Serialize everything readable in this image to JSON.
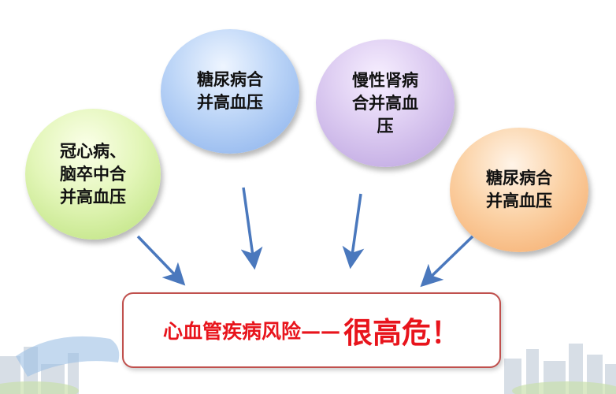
{
  "bubbles": [
    {
      "id": "b1",
      "text": "冠心病、\n脑卒中合\n并高血压"
    },
    {
      "id": "b2",
      "text": "糖尿病合\n并高血压"
    },
    {
      "id": "b3",
      "text": "慢性肾病\n合并高血\n压"
    },
    {
      "id": "b4",
      "text": "糖尿病合\n并高血压"
    }
  ],
  "result": {
    "main": "心血管疾病风险——",
    "emphasis": "很高危！"
  },
  "colors": {
    "arrow": "#4a78bd",
    "result_text": "#e8141c",
    "result_border": "#c0504d"
  }
}
